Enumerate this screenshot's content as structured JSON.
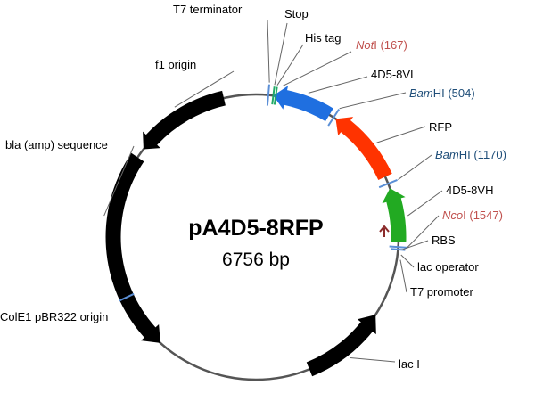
{
  "plasmid": {
    "name": "pA4D5-8RFP",
    "size": "6756 bp"
  },
  "colors": {
    "backbone": "#555555",
    "arrow_dark": "#000000",
    "rfp": "#ff3300",
    "vl": "#1f6fe0",
    "vh": "#22aa22",
    "not_site": "#c0504d",
    "bam_site": "#1f4e79",
    "nco_site": "#c0504d",
    "marker_blue": "#5b8fd6",
    "marker_green": "#22aa66",
    "promoter_arrow": "#8b2a2a",
    "leader": "#666666"
  },
  "features": {
    "t7_terminator": "T7 terminator",
    "stop": "Stop",
    "his_tag": "His tag",
    "f1_origin": "f1 origin",
    "vl": "4D5-8VL",
    "rfp": "RFP",
    "bla": "bla (amp) sequence",
    "vh": "4D5-8VH",
    "rbs": "RBS",
    "lac_operator": "lac operator",
    "t7_promoter": "T7 promoter",
    "colE1": "ColE1 pBR322 origin",
    "lacI": "lac I"
  },
  "sites": {
    "not": {
      "enzyme_italic": "Not",
      "enzyme_rest": "I",
      "position": " (167)"
    },
    "bam1": {
      "enzyme_italic": "Bam",
      "enzyme_rest": "HI",
      "position": " (504)"
    },
    "bam2": {
      "enzyme_italic": "Bam",
      "enzyme_rest": "HI",
      "position": " (1170)"
    },
    "nco": {
      "enzyme_italic": "Nco",
      "enzyme_rest": "I",
      "position": " (1547)"
    }
  }
}
